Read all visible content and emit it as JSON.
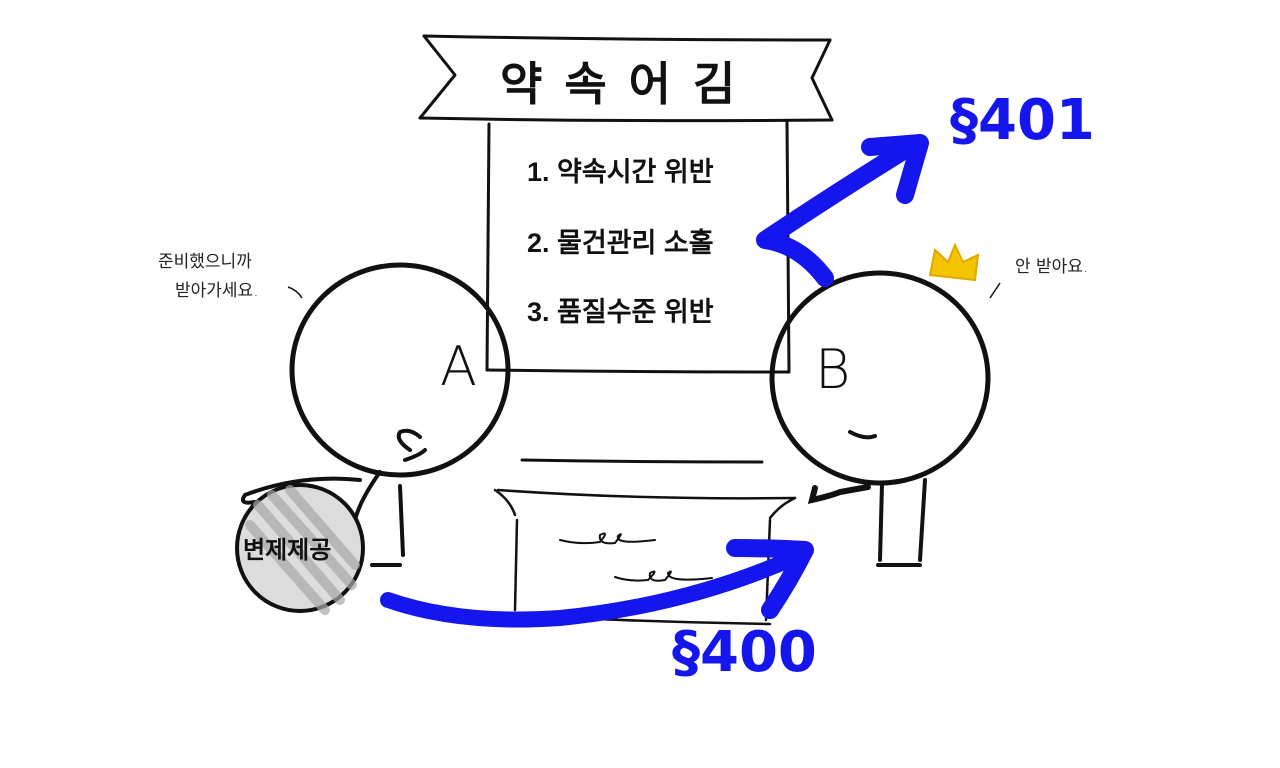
{
  "banner": {
    "title": "약속어김"
  },
  "violations": [
    {
      "label": "1. 약속시간 위반"
    },
    {
      "label": "2. 물건관리 소홀"
    },
    {
      "label": "3. 품질수준 위반"
    }
  ],
  "person_a": {
    "letter": "A",
    "speech": [
      "준비했으니까",
      "받아가세요."
    ]
  },
  "person_b": {
    "letter": "B",
    "speech": "안 받아요.",
    "crown_color": "#f5c400"
  },
  "offer_ball": {
    "label": "변제제공"
  },
  "arrows": {
    "color": "#1515ee",
    "upper_label": "§401",
    "lower_label": "§400"
  }
}
